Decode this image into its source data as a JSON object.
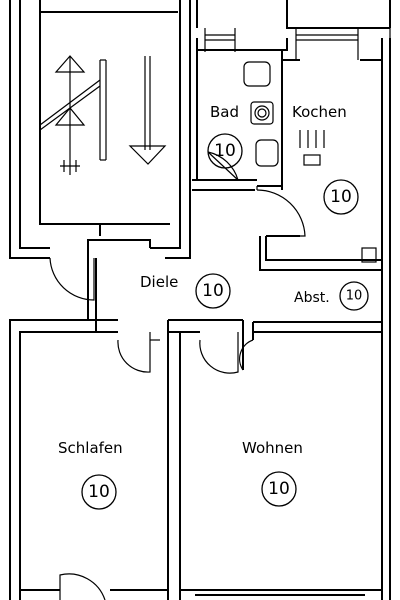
{
  "rooms": {
    "bad": {
      "label": "Bad",
      "number": "10"
    },
    "kochen": {
      "label": "Kochen",
      "number": "10"
    },
    "diele": {
      "label": "Diele",
      "number": "10"
    },
    "abst": {
      "label": "Abst.",
      "number": "10"
    },
    "schlafen": {
      "label": "Schlafen",
      "number": "10"
    },
    "wohnen": {
      "label": "Wohnen",
      "number": "10"
    }
  }
}
